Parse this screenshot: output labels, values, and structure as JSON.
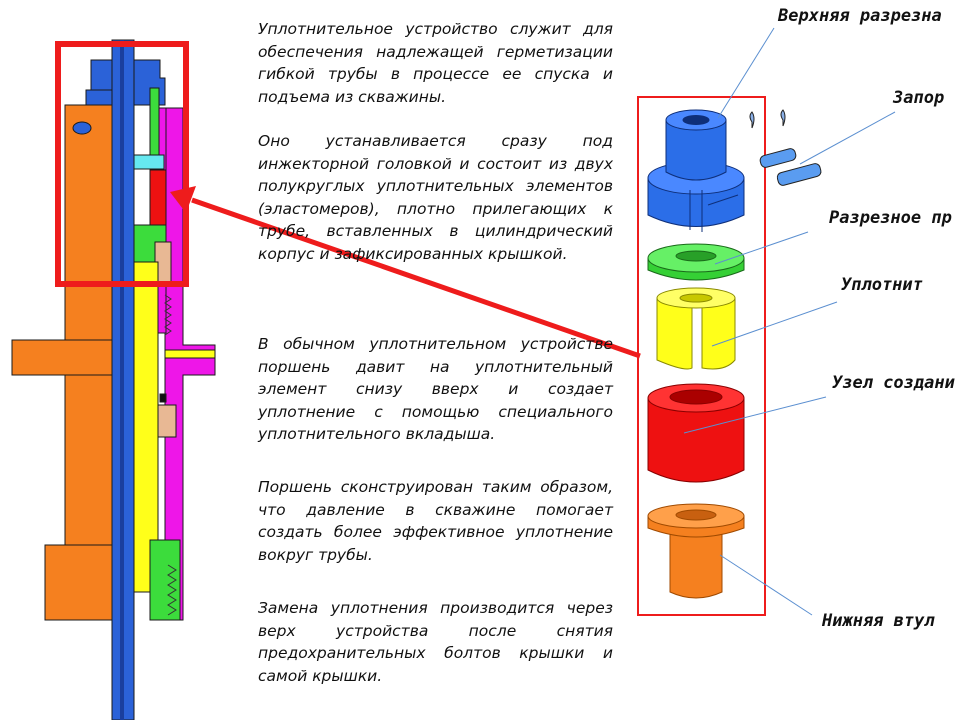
{
  "paragraphs": [
    "Уплотнительное устройство служит для обеспечения надлежащей герметизации гибкой трубы в процессе ее спуска и подъема из скважины.",
    "Оно устанавливается сразу под инжекторной головкой и состоит из двух полукруглых уплотнительных элементов (эластомеров), плотно прилегающих к трубе, вставленных в цилиндрический корпус и зафиксированных крышкой.",
    "В обычном уплотнительном устройстве поршень давит на уплотнительный элемент снизу вверх и создает уплотнение с помощью специального уплотнительного вкладыша.",
    "Поршень сконструирован таким образом, что давление в скважине помогает создать более эффективное уплотнение вокруг трубы.",
    "Замена уплотнения производится через верх устройства после снятия предохранительных болтов крышки и самой крышки."
  ],
  "labels": {
    "top_split": "Верхняя разрезна",
    "lock": "Запор",
    "split_ring": "Разрезное пр",
    "seal": "Уплотнит",
    "pressure_unit": "Узел создани",
    "bottom_sleeve": "Нижняя втул"
  },
  "colors": {
    "highlight": "#ee1c1c",
    "leader": "#5b8fd0",
    "orange": "#f5801f",
    "magenta": "#ee16e8",
    "blue": "#2b62d8",
    "green": "#3cdc3c",
    "yellow": "#ffff1a",
    "red": "#ee1111"
  }
}
